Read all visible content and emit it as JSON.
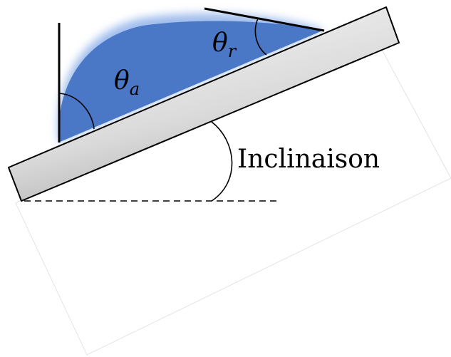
{
  "labels": {
    "advancing_angle": "θ",
    "advancing_subscript": "a",
    "receding_angle": "θ",
    "receding_subscript": "r",
    "inclination": "Inclinaison"
  },
  "colors": {
    "drop": "#4a78c6",
    "drop_glow": "#8fb1ea",
    "plate_light": "#f2f2f2",
    "plate_dark": "#b9b9b9",
    "line": "#000000"
  }
}
